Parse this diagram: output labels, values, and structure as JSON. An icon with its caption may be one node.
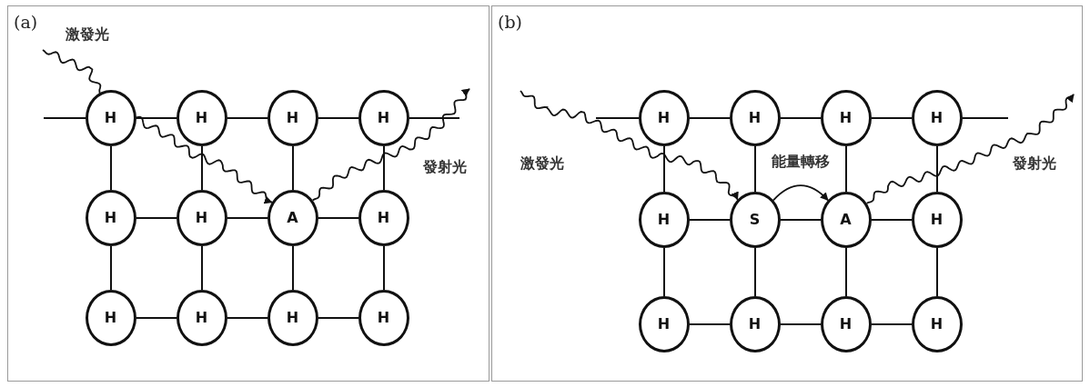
{
  "diagram": {
    "nodes": [
      {
        "text": [
          "(a)"
        ]
      },
      {
        "text": [
          "H"
        ],
        "in": 0
      },
      {
        "text": [
          "H"
        ],
        "in": 0
      },
      {
        "text": [
          "H"
        ],
        "in": 0
      },
      {
        "text": [
          "H"
        ],
        "in": 0
      },
      {
        "text": [
          "H"
        ],
        "in": 0
      },
      {
        "text": [
          "H"
        ],
        "in": 0
      },
      {
        "text": [
          "A"
        ],
        "in": 0
      },
      {
        "text": [
          "H"
        ],
        "in": 0
      },
      {
        "text": [
          "H"
        ],
        "in": 0
      },
      {
        "text": [
          "H"
        ],
        "in": 0
      },
      {
        "text": [
          "H"
        ],
        "in": 0
      },
      {
        "text": [
          "H"
        ],
        "in": 0
      },
      {
        "text": [
          "(b)"
        ]
      },
      {
        "text": [
          "H"
        ],
        "in": 13
      },
      {
        "text": [
          "H"
        ],
        "in": 13
      },
      {
        "text": [
          "H"
        ],
        "in": 13
      },
      {
        "text": [
          "H"
        ],
        "in": 13
      },
      {
        "text": [
          "H"
        ],
        "in": 13
      },
      {
        "text": [
          "S"
        ],
        "in": 13
      },
      {
        "text": [
          "A"
        ],
        "in": 13
      },
      {
        "text": [
          "H"
        ],
        "in": 13
      },
      {
        "text": [
          "H"
        ],
        "in": 13
      },
      {
        "text": [
          "H"
        ],
        "in": 13
      },
      {
        "text": [
          "H"
        ],
        "in": 13
      },
      {
        "text": [
          "H"
        ],
        "in": 13
      }
    ],
    "edges": [
      {
        "from": 1,
        "to": 2,
        "arrow": "none"
      },
      {
        "from": 2,
        "to": 3,
        "arrow": "none"
      },
      {
        "from": 3,
        "to": 4,
        "arrow": "none"
      },
      {
        "from": 5,
        "to": 6,
        "arrow": "none"
      },
      {
        "from": 6,
        "to": 7,
        "arrow": "none"
      },
      {
        "from": 7,
        "to": 8,
        "arrow": "none"
      },
      {
        "from": 9,
        "to": 10,
        "arrow": "none"
      },
      {
        "from": 10,
        "to": 11,
        "arrow": "none"
      },
      {
        "from": 11,
        "to": 12,
        "arrow": "none"
      },
      {
        "from": 1,
        "to": 5,
        "arrow": "none"
      },
      {
        "from": 5,
        "to": 9,
        "arrow": "none"
      },
      {
        "from": 2,
        "to": 6,
        "arrow": "none"
      },
      {
        "from": 6,
        "to": 10,
        "arrow": "none"
      },
      {
        "from": 3,
        "to": 7,
        "arrow": "none"
      },
      {
        "from": 7,
        "to": 11,
        "arrow": "none"
      },
      {
        "from": 4,
        "to": 8,
        "arrow": "none"
      },
      {
        "from": 8,
        "to": 12,
        "arrow": "none"
      },
      {
        "from": null,
        "to": 1,
        "arrow": "none"
      },
      {
        "from": 4,
        "to": null,
        "arrow": "none"
      },
      {
        "from": null,
        "to": 7,
        "arrow": "to"
      },
      {
        "from": 7,
        "to": null,
        "arrow": "to"
      },
      {
        "from": 14,
        "to": 15,
        "arrow": "none"
      },
      {
        "from": 15,
        "to": 16,
        "arrow": "none"
      },
      {
        "from": 16,
        "to": 17,
        "arrow": "none"
      },
      {
        "from": 18,
        "to": 19,
        "arrow": "none"
      },
      {
        "from": 19,
        "to": 20,
        "arrow": "none"
      },
      {
        "from": 20,
        "to": 21,
        "arrow": "none"
      },
      {
        "from": 22,
        "to": 23,
        "arrow": "none"
      },
      {
        "from": 23,
        "to": 24,
        "arrow": "none"
      },
      {
        "from": 24,
        "to": 25,
        "arrow": "none"
      },
      {
        "from": 14,
        "to": 18,
        "arrow": "none"
      },
      {
        "from": 18,
        "to": 22,
        "arrow": "none"
      },
      {
        "from": 15,
        "to": 19,
        "arrow": "none"
      },
      {
        "from": 19,
        "to": 23,
        "arrow": "none"
      },
      {
        "from": 16,
        "to": 20,
        "arrow": "none"
      },
      {
        "from": 20,
        "to": 24,
        "arrow": "none"
      },
      {
        "from": 17,
        "to": 21,
        "arrow": "none"
      },
      {
        "from": 21,
        "to": 25,
        "arrow": "none"
      },
      {
        "from": null,
        "to": 14,
        "arrow": "none"
      },
      {
        "from": 17,
        "to": null,
        "arrow": "none"
      },
      {
        "from": null,
        "to": 19,
        "arrow": "to"
      },
      {
        "from": 20,
        "to": null,
        "arrow": "to"
      },
      {
        "from": 19,
        "to": 20,
        "arrow": "to",
        "label": "能量轉移"
      }
    ],
    "labels": [
      "激發光",
      "發射光",
      "激發光",
      "發射光"
    ]
  }
}
